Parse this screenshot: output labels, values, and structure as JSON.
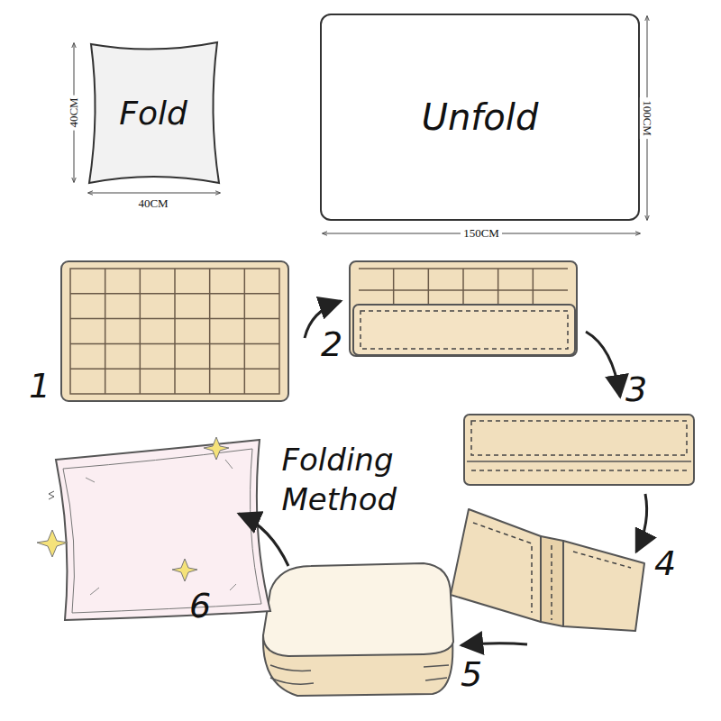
{
  "diagram": {
    "nodes": [
      {
        "text": [
          "Fold"
        ]
      },
      {
        "text": [
          "Unfold"
        ]
      }
    ],
    "labels": [
      "40CM",
      "40CM",
      "100CM",
      "150CM",
      "Folding Method",
      "1",
      "2",
      "3",
      "4",
      "5",
      "6"
    ]
  }
}
